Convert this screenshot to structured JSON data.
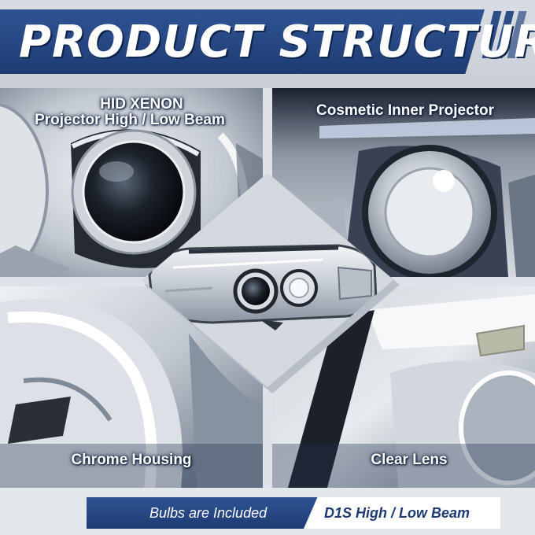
{
  "header": {
    "title": "PRODUCT STRUCTURE"
  },
  "panels": {
    "top_left": {
      "label_line1": "HID XENON",
      "label_line2": "Projector High / Low Beam"
    },
    "top_right": {
      "label": "Cosmetic Inner Projector"
    },
    "bottom_left": {
      "label": "Chrome Housing"
    },
    "bottom_right": {
      "label": "Clear Lens"
    }
  },
  "footer": {
    "left_text": "Bulbs are Included",
    "right_text": "D1S High / Low Beam"
  },
  "colors": {
    "brand_blue": "#1e3b72",
    "banner_blue": "#2f5494",
    "white": "#ffffff"
  }
}
